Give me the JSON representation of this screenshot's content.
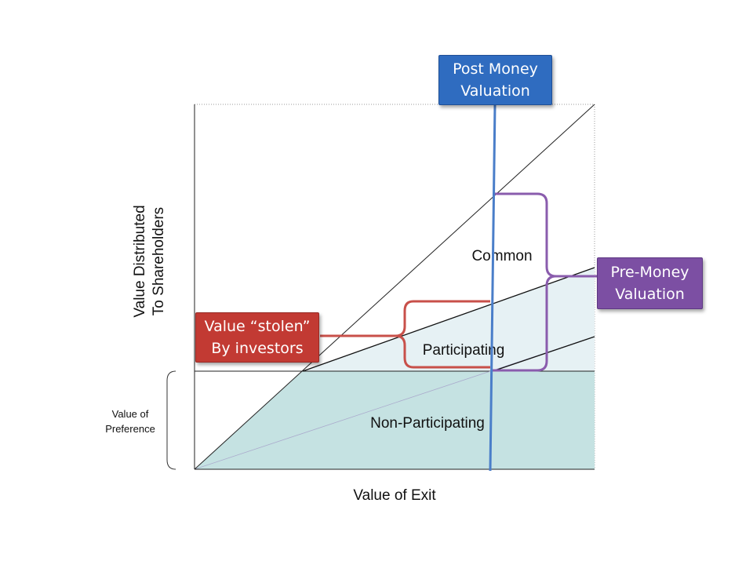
{
  "axes": {
    "y_label_line1": "Value Distributed",
    "y_label_line2": "To Shareholders",
    "x_label": "Value of Exit",
    "preference_label_line1": "Value of",
    "preference_label_line2": "Preference"
  },
  "regions": {
    "common": "Common",
    "participating": "Participating",
    "non_participating": "Non-Participating"
  },
  "callouts": {
    "post_money": {
      "line1": "Post Money",
      "line2": "Valuation",
      "color": "#2f6cc0"
    },
    "pre_money": {
      "line1": "Pre-Money",
      "line2": "Valuation",
      "color": "#7c4fa3"
    },
    "value_stolen": {
      "line1": "Value “stolen”",
      "line2": "By investors",
      "color": "#c23a33"
    }
  },
  "colors": {
    "non_participating_fill": "#c5e2e2",
    "participating_fill": "#e6f1f4",
    "post_money_line": "#4a7ec9",
    "pre_money_bracket": "#8a5cad",
    "stolen_bracket": "#c8504a"
  }
}
